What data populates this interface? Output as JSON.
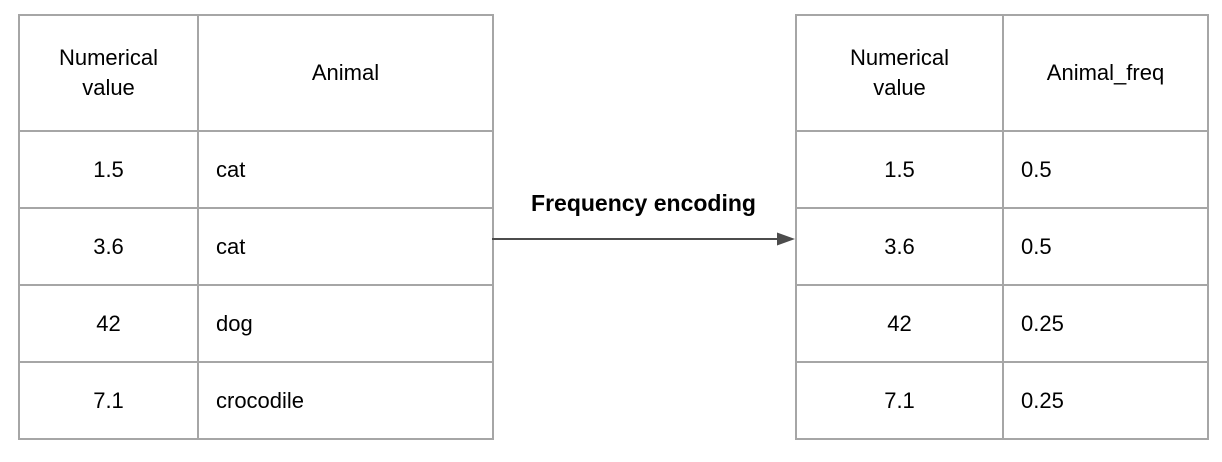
{
  "diagram": {
    "arrow_label": "Frequency encoding"
  },
  "left_table": {
    "headers": [
      "Numerical value",
      "Animal"
    ],
    "rows": [
      [
        "1.5",
        "cat"
      ],
      [
        "3.6",
        "cat"
      ],
      [
        "42",
        "dog"
      ],
      [
        "7.1",
        "crocodile"
      ]
    ]
  },
  "right_table": {
    "headers": [
      "Numerical value",
      "Animal_freq"
    ],
    "rows": [
      [
        "1.5",
        "0.5"
      ],
      [
        "3.6",
        "0.5"
      ],
      [
        "42",
        "0.25"
      ],
      [
        "7.1",
        "0.25"
      ]
    ]
  },
  "colors": {
    "background": "#ffffff",
    "table_border": "#a6a6a6",
    "text": "#000000",
    "arrow": "#4c4c4c"
  }
}
